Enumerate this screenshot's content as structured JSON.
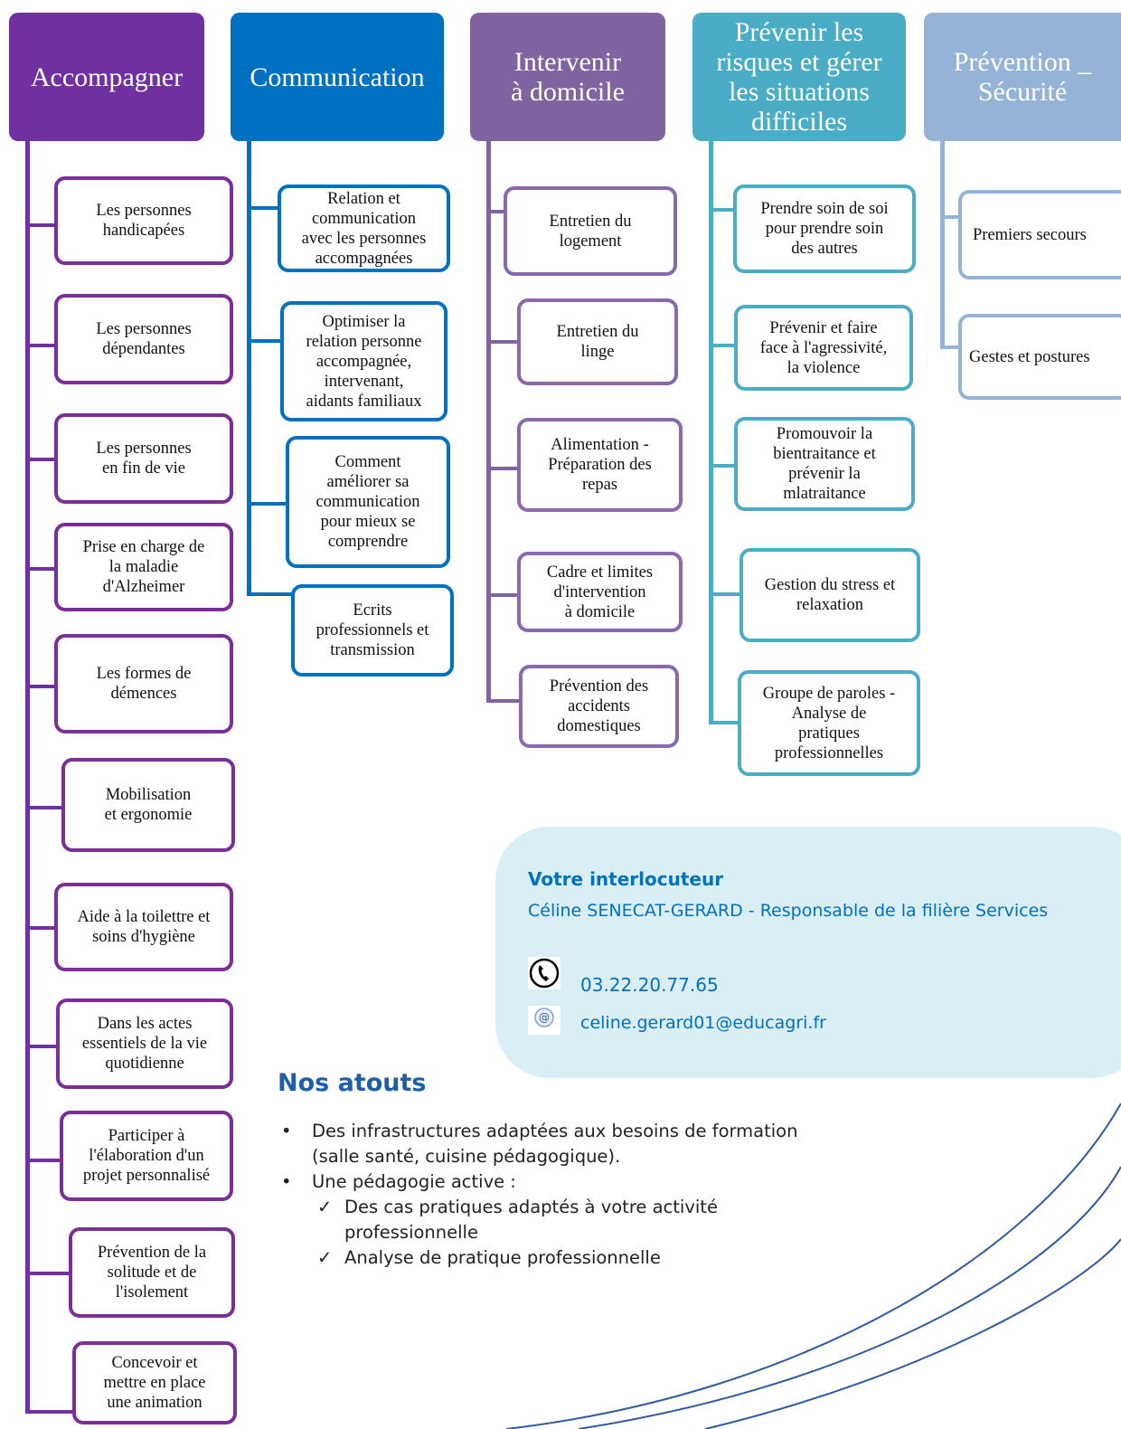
{
  "columns": [
    {
      "title": "Accompagner",
      "color": "#7030a0",
      "items": [
        "Les personnes\nhandicapées",
        "Les personnes\ndépendantes",
        "Les personnes\nen fin de vie",
        "Prise en charge de\nla maladie\nd'Alzheimer",
        "Les formes de\ndémences",
        "Mobilisation\net ergonomie",
        "Aide à la toilettre et\nsoins d'hygiène",
        "Dans les actes\nessentiels de la vie\nquotidienne",
        "Participer à\nl'élaboration d'un\nprojet personnalisé",
        "Prévention de la\nsolitude et de\nl'isolement",
        "Concevoir et\nmettre en place\nune animation"
      ]
    },
    {
      "title": "Communication",
      "color": "#0070c0",
      "items": [
        "Relation et\ncommunication\navec les personnes\naccompagnées",
        "Optimiser la\nrelation personne\naccompagnée,\nintervenant,\naidants familiaux",
        "Comment\naméliorer sa\ncommunication\npour mieux se\ncomprendre",
        "Ecrits\nprofessionnels et\ntransmission"
      ]
    },
    {
      "title": "Intervenir\nà domicile",
      "color": "#8064a2",
      "items": [
        "Entretien du\nlogement",
        "Entretien du\nlinge",
        "Alimentation -\nPréparation des\nrepas",
        "Cadre et limites\nd'intervention\nà domicile",
        "Prévention des\naccidents\ndomestiques"
      ]
    },
    {
      "title": "Prévenir les\nrisques et gérer\nles situations\ndifficiles",
      "color": "#4bacc6",
      "items": [
        "Prendre soin de soi\npour prendre soin\ndes autres",
        "Prévenir et faire\nface à l'agressivité,\nla violence",
        "Promouvoir la\nbientraitance et\nprévenir la\nmlatraitance",
        "Gestion du stress et\nrelaxation",
        "Groupe de paroles -\nAnalyse de\npratiques\nprofessionnelles"
      ]
    },
    {
      "title": "Prévention _\nSécurité",
      "color": "#95b3d7",
      "items": [
        "Premiers secours",
        "Gestes et postures"
      ]
    }
  ],
  "contact": {
    "title": "Votre interlocuteur",
    "name": "Céline SENECAT-GERARD - Responsable de la filière Services",
    "phone": "03.22.20.77.65",
    "email": "celine.gerard01@educagri.fr"
  },
  "atouts": {
    "title": "Nos atouts",
    "bullet1": "Des infrastructures adaptées aux besoins de formation",
    "bullet1b": "(salle santé, cuisine pédagogique).",
    "bullet2": "Une pédagogie active :",
    "sub1": "Des cas pratiques adaptés à votre activité",
    "sub1b": "professionnelle",
    "sub2": "Analyse de pratique professionnelle"
  }
}
